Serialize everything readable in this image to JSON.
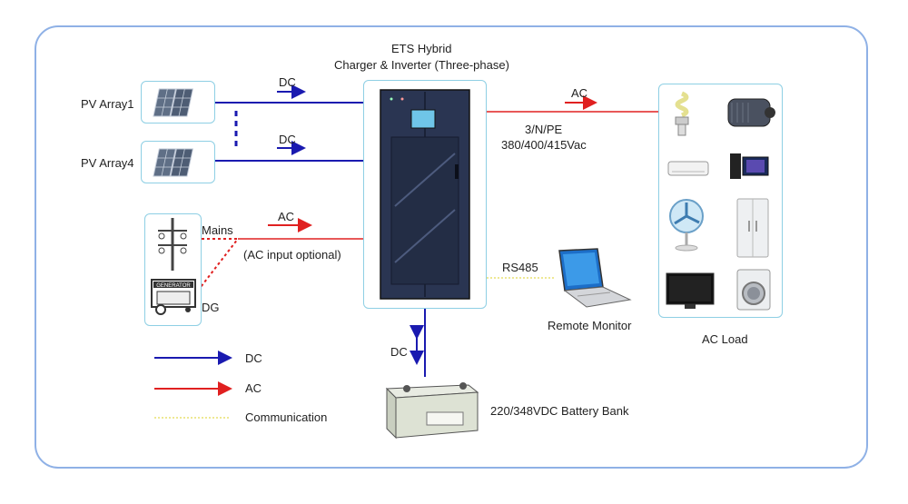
{
  "inverter": {
    "title_line1": "ETS Hybrid",
    "title_line2": "Charger & Inverter (Three-phase)"
  },
  "pv": {
    "array1": "PV Array1",
    "array4": "PV Array4",
    "dc_label_1": "DC",
    "dc_label_2": "DC"
  },
  "grid": {
    "mains": "Mains",
    "dg": "DG",
    "ac_label": "AC",
    "ac_input_note": "(AC input optional)",
    "generator_text": "GENERATOR"
  },
  "output": {
    "ac_label": "AC",
    "phase": "3/N/PE",
    "voltage": "380/400/415Vac",
    "load_title": "AC Load"
  },
  "monitor": {
    "link": "RS485",
    "label": "Remote Monitor"
  },
  "battery": {
    "dc_label": "DC",
    "label": "220/348VDC Battery Bank"
  },
  "legend": [
    {
      "label": "DC",
      "color": "#1a1ab0"
    },
    {
      "label": "AC",
      "color": "#e02020"
    },
    {
      "label": "Communication",
      "color": "#e8e070"
    }
  ],
  "colors": {
    "dc_line": "#1a1ab0",
    "ac_line": "#e02020",
    "comm_line": "#e8e070",
    "frame": "#8fb1e6",
    "box_border": "#8ecfe4"
  }
}
